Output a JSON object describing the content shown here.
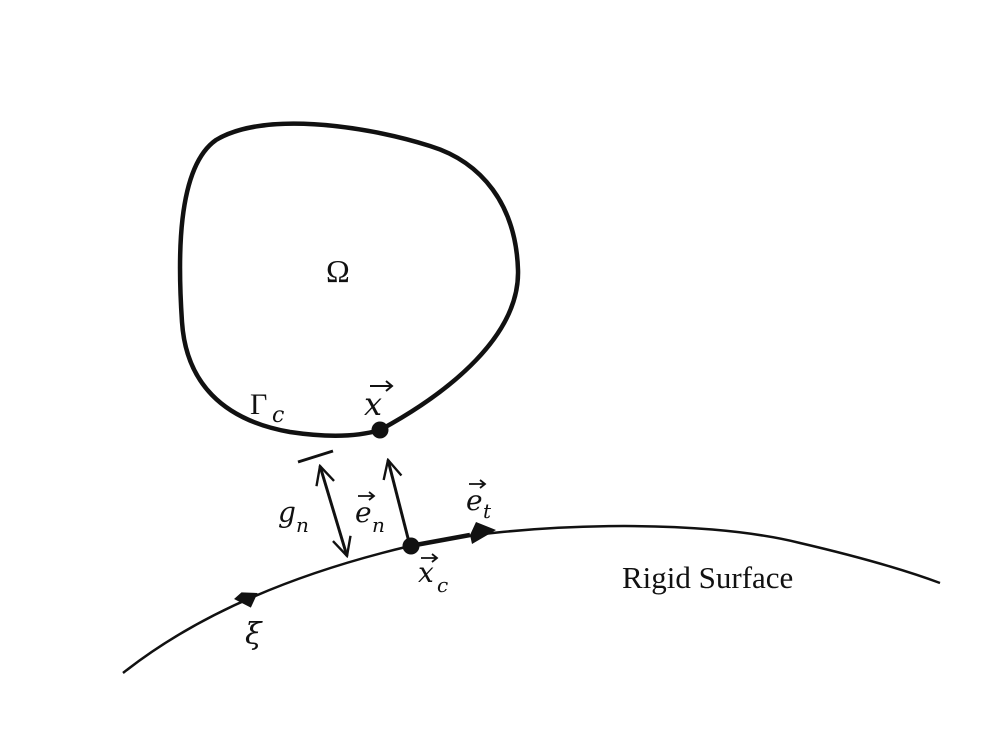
{
  "labels": {
    "domain": "Ω",
    "contact_boundary": "Γ",
    "contact_boundary_sub": "c",
    "point": "x",
    "normal": "e",
    "normal_sub": "n",
    "gap": "g",
    "gap_sub": "n",
    "tangent": "e",
    "tangent_sub": "t",
    "contact_point": "x",
    "contact_point_sub": "c",
    "surface": "Rigid Surface",
    "param": "ξ"
  },
  "colors": {
    "ink": "#111111",
    "background": "#ffffff"
  }
}
